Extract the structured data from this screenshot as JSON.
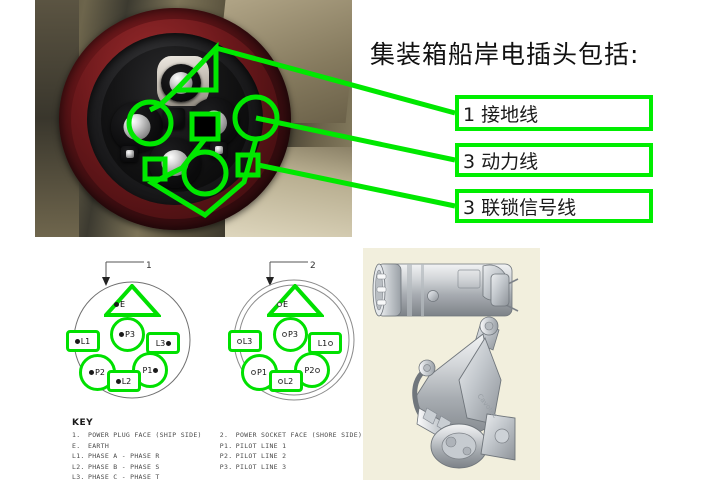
{
  "headline": "集装箱船岸电插头包括:",
  "callouts": [
    {
      "id": "ground",
      "text": "1 接地线",
      "count": "1",
      "name": "接地线"
    },
    {
      "id": "power",
      "text": "3 动力线",
      "count": "3",
      "name": "动力线"
    },
    {
      "id": "interlock",
      "text": "3 联锁信号线",
      "count": "3",
      "name": "联锁信号线"
    }
  ],
  "photo": {
    "alt_name": "container-ship-shore-power-plug-photo",
    "annotation_color": "#00e800",
    "annotations": [
      {
        "shape": "triangle",
        "label": "earth-pin"
      },
      {
        "shape": "circle",
        "label": "power-pin-left"
      },
      {
        "shape": "circle",
        "label": "power-pin-right"
      },
      {
        "shape": "circle",
        "label": "power-pin-bottom"
      },
      {
        "shape": "square",
        "label": "pilot-contact-center"
      },
      {
        "shape": "square",
        "label": "pilot-contact-left"
      },
      {
        "shape": "square",
        "label": "pilot-contact-right"
      }
    ]
  },
  "diagrams": [
    {
      "ref": "1",
      "caption": "POWER PLUG FACE (SHIP SIDE)",
      "contact_style": "pin",
      "markers": [
        {
          "code": "E",
          "shape": "triangle",
          "mark": "dot",
          "mark_side": "left"
        },
        {
          "code": "P3",
          "shape": "circle",
          "mark": "dot",
          "mark_side": "left"
        },
        {
          "code": "L1",
          "shape": "square",
          "mark": "dot",
          "mark_side": "left"
        },
        {
          "code": "L3",
          "shape": "square",
          "mark": "dot",
          "mark_side": "right"
        },
        {
          "code": "P2",
          "shape": "circle",
          "mark": "dot",
          "mark_side": "left"
        },
        {
          "code": "P1",
          "shape": "circle",
          "mark": "dot",
          "mark_side": "right"
        },
        {
          "code": "L2",
          "shape": "square",
          "mark": "dot",
          "mark_side": "left"
        }
      ]
    },
    {
      "ref": "2",
      "caption": "POWER SOCKET FACE (SHORE SIDE)",
      "contact_style": "socket",
      "markers": [
        {
          "code": "E",
          "shape": "triangle",
          "mark": "ring",
          "mark_side": "left"
        },
        {
          "code": "P3",
          "shape": "circle",
          "mark": "ring",
          "mark_side": "left"
        },
        {
          "code": "L3",
          "shape": "square",
          "mark": "ring",
          "mark_side": "left"
        },
        {
          "code": "L1",
          "shape": "square",
          "mark": "ring",
          "mark_side": "right"
        },
        {
          "code": "P1",
          "shape": "circle",
          "mark": "ring",
          "mark_side": "left"
        },
        {
          "code": "P2",
          "shape": "circle",
          "mark": "ring",
          "mark_side": "right"
        },
        {
          "code": "L2",
          "shape": "square",
          "mark": "ring",
          "mark_side": "left"
        }
      ]
    }
  ],
  "key": {
    "title": "KEY",
    "left_column": [
      {
        "code": "1.",
        "text": "POWER PLUG FACE (SHIP SIDE)"
      },
      {
        "code": "E.",
        "text": "EARTH"
      },
      {
        "code": "L1.",
        "text": "PHASE A - PHASE R"
      },
      {
        "code": "L2.",
        "text": "PHASE B - PHASE S"
      },
      {
        "code": "L3.",
        "text": "PHASE C - PHASE T"
      }
    ],
    "right_column": [
      {
        "code": "2.",
        "text": "POWER SOCKET FACE (SHORE SIDE)"
      },
      {
        "code": "P1.",
        "text": "PILOT LINE 1"
      },
      {
        "code": "P2.",
        "text": "PILOT LINE 2"
      },
      {
        "code": "P3.",
        "text": "PILOT LINE 3"
      }
    ]
  },
  "cad": {
    "alt_name": "plug-connector-cad-render",
    "background": "#f2efdd"
  }
}
